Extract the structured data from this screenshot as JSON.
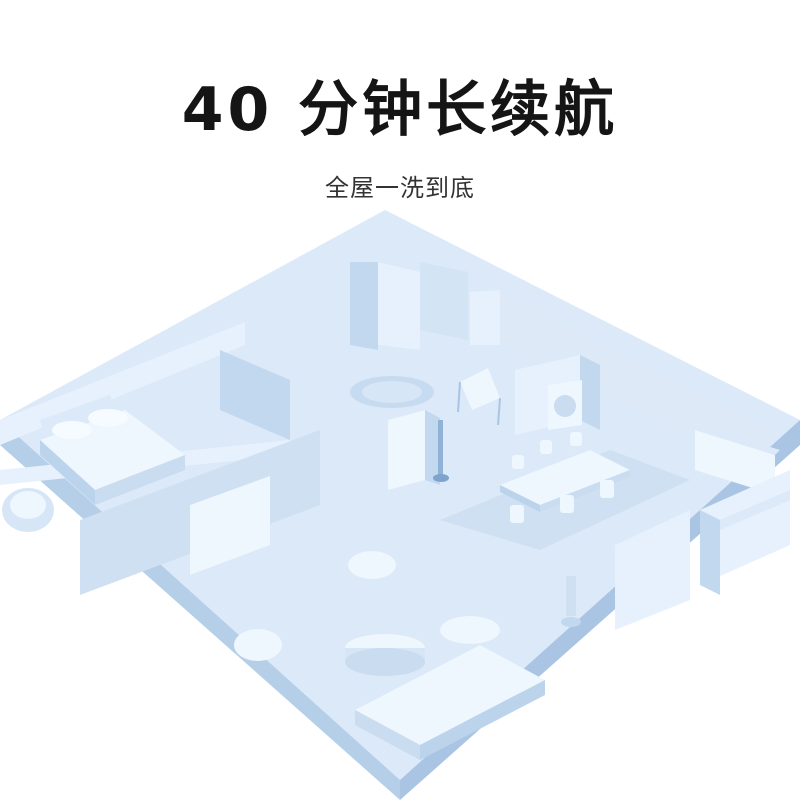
{
  "headline": "40 分钟长续航",
  "subheadline": "全屋一洗到底",
  "colors": {
    "background": "#ffffff",
    "headline": "#151515",
    "subheadline": "#333333",
    "floor_top": "#dbe9f8",
    "floor_side": "#b6cfe8",
    "wall_light": "#e6f1fd",
    "wall_shade": "#c2d8ef",
    "furniture": "#eef6fe",
    "furniture_shade": "#bcd3ec"
  },
  "scene_icons": [
    "floor-plan-illustration",
    "bed-icon",
    "sofa-icon",
    "dining-table-icon",
    "vacuum-icon",
    "washing-machine-icon",
    "kitchen-counter-icon",
    "lounge-chair-icon"
  ]
}
